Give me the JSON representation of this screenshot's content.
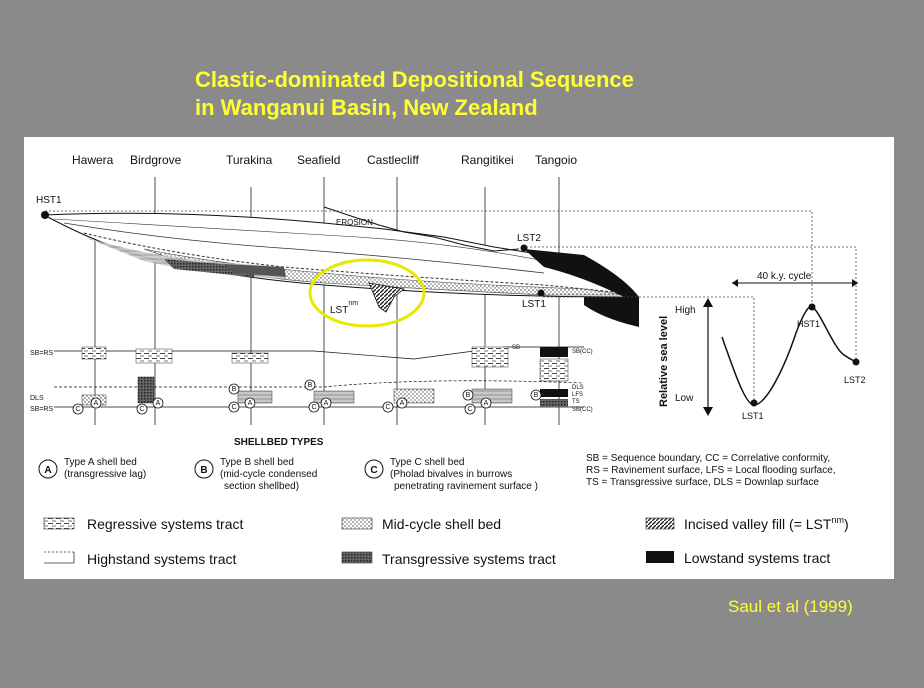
{
  "title": {
    "line1": "Clastic-dominated Depositional Sequence",
    "line2": "in Wanganui Basin, New Zealand"
  },
  "credit": "Saul et al (1999)",
  "localities": [
    "Hawera",
    "Birdgrove",
    "Turakina",
    "Seafield",
    "Castlecliff",
    "Rangitikei",
    "Tangoio"
  ],
  "cross_section_labels": {
    "hst1": "HST1",
    "erosion": "EROSION",
    "lst2": "LST2",
    "lst1": "LST1",
    "lst_nm_base": "LST",
    "lst_nm_sup": "nm"
  },
  "column_labels": {
    "sb_rs_top": "SB=RS",
    "dls": "DLS",
    "sb_rs_bottom": "SB=RS",
    "sb": "SB",
    "sb_cc_top": "SB(CC)",
    "dls_right": "DLS",
    "lfs": "LFS",
    "ts": "TS",
    "sb_cc_bottom": "SB(CC)"
  },
  "sea_level_curve": {
    "cycle_label": "40 k.y. cycle",
    "axis_label": "Relative sea level",
    "high": "High",
    "low": "Low",
    "points": [
      "HST1",
      "LST1",
      "LST2"
    ]
  },
  "shellbed_types": {
    "heading": "SHELLBED TYPES",
    "items": [
      {
        "letter": "A",
        "line1": "Type A shell bed",
        "line2": "(transgressive lag)",
        "line3": ""
      },
      {
        "letter": "B",
        "line1": "Type B shell bed",
        "line2": "(mid-cycle condensed",
        "line3": "section shellbed)"
      },
      {
        "letter": "C",
        "line1": "Type C shell bed",
        "line2": "(Pholad bivalves in burrows",
        "line3": "penetrating ravinement surface )"
      }
    ]
  },
  "abbreviations": [
    "SB = Sequence boundary, CC = Correlative conformity,",
    "RS = Ravinement surface, LFS = Local flooding surface,",
    "TS = Transgressive surface, DLS = Downlap surface"
  ],
  "legend": [
    {
      "label": "Regressive systems tract",
      "pattern": "dashes"
    },
    {
      "label": "Highstand systems tract",
      "pattern": "lines"
    },
    {
      "label": "Mid-cycle shell bed",
      "pattern": "dots"
    },
    {
      "label": "Transgressive systems tract",
      "pattern": "dark-hatch"
    },
    {
      "label": "Incised valley fill (= LST",
      "label_sup": "nm",
      "label_end": ")",
      "pattern": "diagonal"
    },
    {
      "label": "Lowstand systems tract",
      "pattern": "solid"
    }
  ],
  "colors": {
    "background": "#8a8a8a",
    "title": "#ffff33",
    "credit": "#ffff33",
    "highlight_ellipse": "#e8e800"
  }
}
